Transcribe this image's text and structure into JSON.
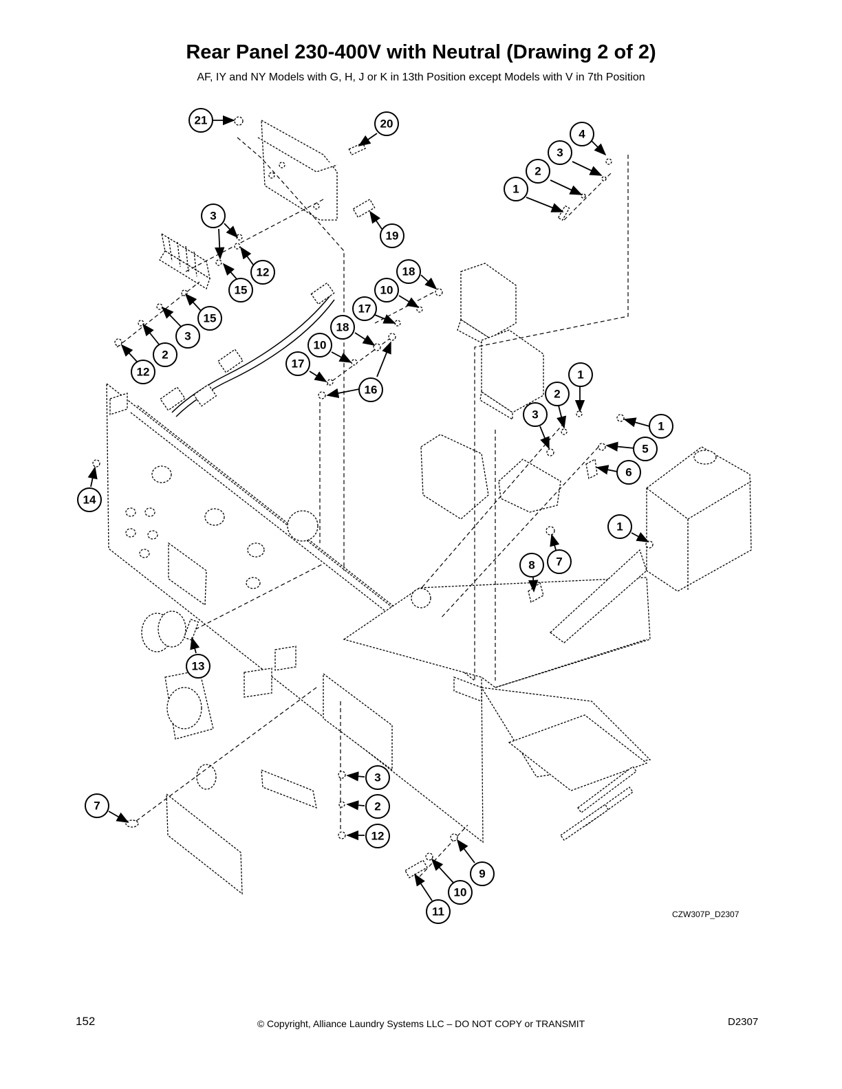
{
  "header": {
    "title": "Rear Panel 230-400V with Neutral (Drawing 2 of 2)",
    "subtitle": "AF, IY and NY Models with G, H, J or K in 13th Position except Models with V in 7th Position"
  },
  "diagram": {
    "drawing_code": "CZW307P_D2307",
    "callouts": [
      {
        "id": "c21a",
        "label": "21"
      },
      {
        "id": "c20a",
        "label": "20"
      },
      {
        "id": "c4a",
        "label": "4"
      },
      {
        "id": "c3a",
        "label": "3"
      },
      {
        "id": "c2a",
        "label": "2"
      },
      {
        "id": "c1a",
        "label": "1"
      },
      {
        "id": "c3b",
        "label": "3"
      },
      {
        "id": "c19a",
        "label": "19"
      },
      {
        "id": "c12a",
        "label": "12"
      },
      {
        "id": "c15a",
        "label": "15"
      },
      {
        "id": "c15b",
        "label": "15"
      },
      {
        "id": "c3c",
        "label": "3"
      },
      {
        "id": "c2b",
        "label": "2"
      },
      {
        "id": "c12b",
        "label": "12"
      },
      {
        "id": "c18a",
        "label": "18"
      },
      {
        "id": "c10a",
        "label": "10"
      },
      {
        "id": "c17a",
        "label": "17"
      },
      {
        "id": "c18b",
        "label": "18"
      },
      {
        "id": "c10b",
        "label": "10"
      },
      {
        "id": "c17b",
        "label": "17"
      },
      {
        "id": "c16a",
        "label": "16"
      },
      {
        "id": "c1b",
        "label": "1"
      },
      {
        "id": "c2c",
        "label": "2"
      },
      {
        "id": "c3d",
        "label": "3"
      },
      {
        "id": "c1c",
        "label": "1"
      },
      {
        "id": "c5a",
        "label": "5"
      },
      {
        "id": "c6a",
        "label": "6"
      },
      {
        "id": "c14a",
        "label": "14"
      },
      {
        "id": "c1d",
        "label": "1"
      },
      {
        "id": "c7a",
        "label": "7"
      },
      {
        "id": "c8a",
        "label": "8"
      },
      {
        "id": "c13a",
        "label": "13"
      },
      {
        "id": "c3e",
        "label": "3"
      },
      {
        "id": "c2d",
        "label": "2"
      },
      {
        "id": "c12c",
        "label": "12"
      },
      {
        "id": "c7b",
        "label": "7"
      },
      {
        "id": "c9a",
        "label": "9"
      },
      {
        "id": "c10c",
        "label": "10"
      },
      {
        "id": "c11a",
        "label": "11"
      }
    ]
  },
  "footer": {
    "page_number": "152",
    "copyright": "© Copyright, Alliance Laundry Systems LLC – DO NOT COPY or TRANSMIT",
    "doc_id": "D2307"
  }
}
